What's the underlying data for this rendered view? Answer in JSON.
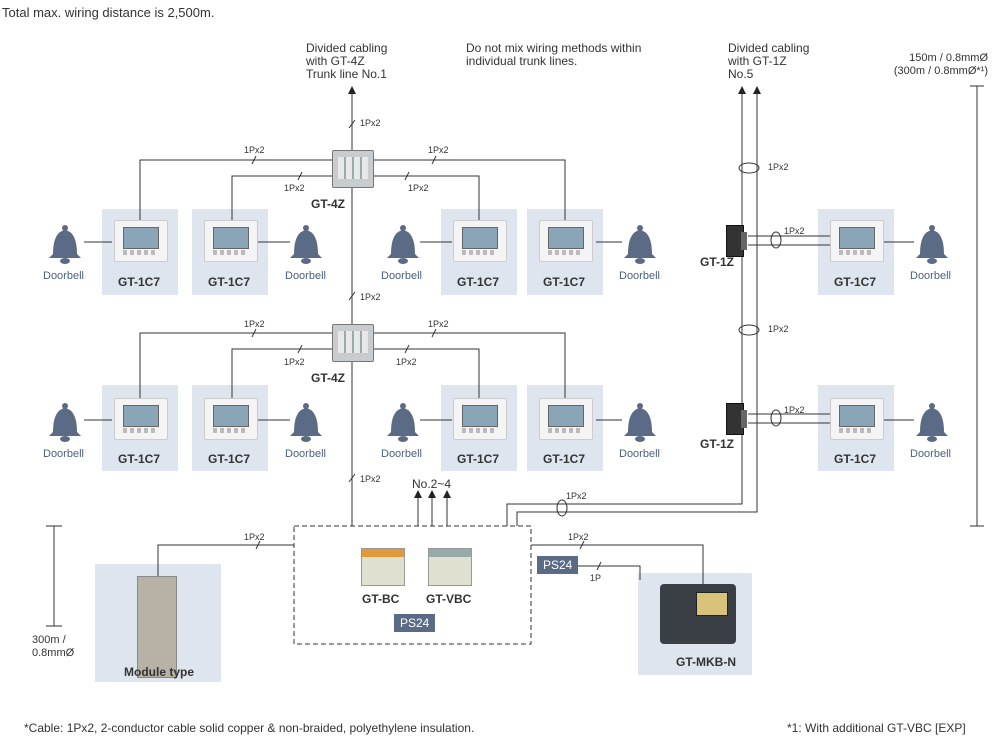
{
  "header": {
    "total_distance": "Total max. wiring distance is 2,500m."
  },
  "notes": {
    "left_top": [
      "Divided cabling",
      "with GT-4Z",
      "Trunk line No.1"
    ],
    "middle_top": [
      "Do not mix wiring methods within",
      "individual trunk lines."
    ],
    "right_top": [
      "Divided cabling",
      "with GT-1Z",
      "No.5"
    ],
    "far_right": [
      "150m / 0.8mmØ",
      "(300m / 0.8mmØ*¹)"
    ],
    "left_distance": [
      "300m /",
      "0.8mmØ"
    ]
  },
  "labels": {
    "doorbell": "Doorbell",
    "monitor": "GT-1C7",
    "hub": "GT-4Z",
    "gt1z": "GT-1Z",
    "gt_bc": "GT-BC",
    "gt_vbc": "GT-VBC",
    "ps24": "PS24",
    "module_type": "Module type",
    "mkb": "GT-MKB-N",
    "no24": "No.2~4",
    "cable_1px2": "1Px2",
    "cable_1p": "1P"
  },
  "footer": {
    "cable_note": "*Cable: 1Px2, 2-conductor cable solid copper & non-braided, polyethylene insulation.",
    "footnote": "*1: With additional GT-VBC [EXP]"
  }
}
